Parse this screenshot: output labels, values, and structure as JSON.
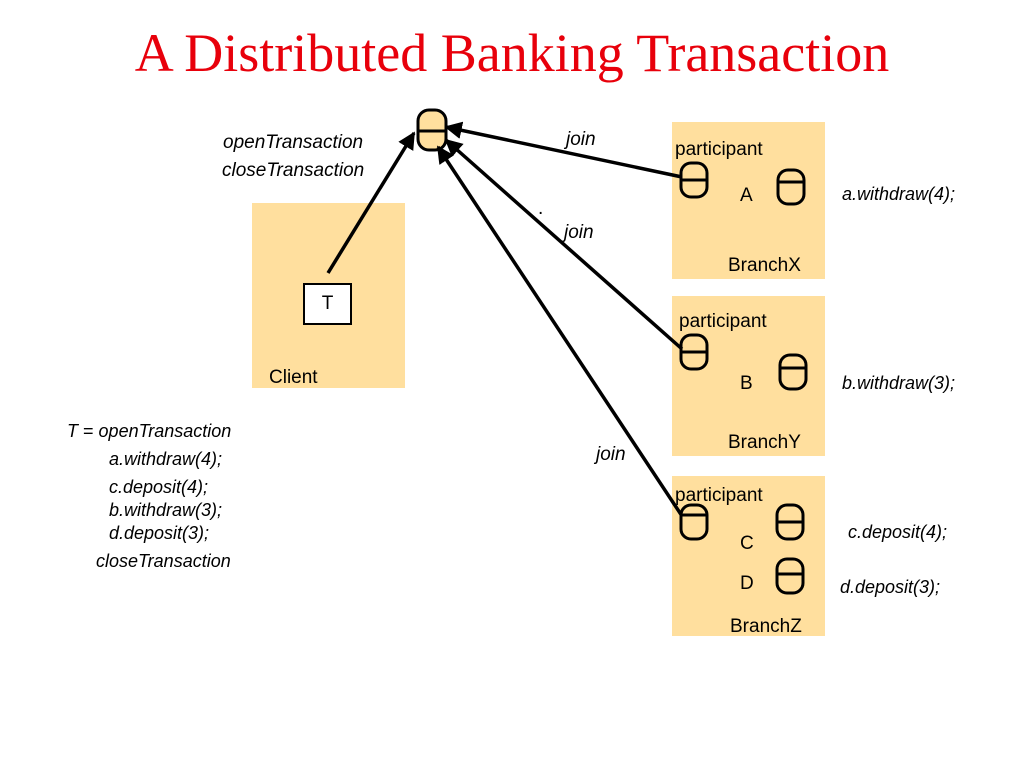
{
  "title": "A Distributed Banking Transaction",
  "coordinator": {
    "ops": [
      "openTransaction",
      "closeTransaction"
    ]
  },
  "client": {
    "label": "Client",
    "transaction": "T"
  },
  "join_label": "join",
  "dot": ".",
  "branches": [
    {
      "participant": "participant",
      "name": "BranchX",
      "accounts": [
        "A"
      ],
      "ops": [
        "a.withdraw(4);"
      ]
    },
    {
      "participant": "participant",
      "name": "BranchY",
      "accounts": [
        "B"
      ],
      "ops": [
        "b.withdraw(3);"
      ]
    },
    {
      "participant": "participant",
      "name": "BranchZ",
      "accounts": [
        "C",
        "D"
      ],
      "ops": [
        "c.deposit(4);",
        "d.deposit(3);"
      ]
    }
  ],
  "code": {
    "line1_var": "T",
    "line1_eq": "=",
    "line1_call": "openTransaction",
    "lines": [
      "a.withdraw(4);",
      "c.deposit(4);",
      "b.withdraw(3);",
      "d.deposit(3);"
    ],
    "close": "closeTransaction"
  },
  "colors": {
    "title": "#e8000b",
    "box_fill": "#ffdf9e",
    "coordinator_fill": "#ffdf9e"
  },
  "icons": {
    "object": "server-object-icon",
    "coordinator": "coordinator-icon"
  }
}
